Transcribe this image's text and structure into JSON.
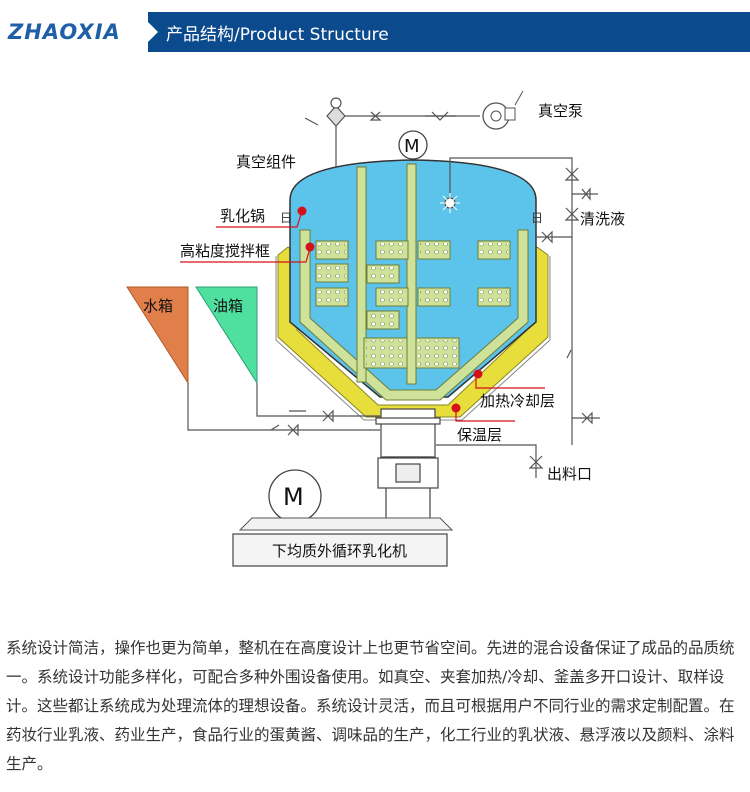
{
  "header": {
    "logo_text": "ZHAOXIA",
    "title": "产品结构/Product Structure"
  },
  "diagram": {
    "labels": {
      "vacuum_pump": "真空泵",
      "vacuum_unit": "真空组件",
      "emulsifying_pot": "乳化锅",
      "mixing_frame": "高粘度搅拌框",
      "water_tank": "水箱",
      "oil_tank": "油箱",
      "cleaning_liquid": "清洗液",
      "heating_cooling_layer": "加热冷却层",
      "insulation_layer": "保温层",
      "discharge_port": "出料口",
      "machine_name": "下均质外循环乳化机",
      "motor_top": "M",
      "motor_bottom": "M"
    },
    "colors": {
      "tank_fill": "#5cc4ea",
      "frame_fill": "#cfe29a",
      "heating_layer": "#e6dc3c",
      "water_tank": "#e07f4a",
      "oil_tank": "#4fe0a0",
      "pointer_dot": "#d4101a"
    }
  },
  "description": "系统设计简洁，操作也更为简单，整机在在高度设计上也更节省空间。先进的混合设备保证了成品的品质统一。系统设计功能多样化，可配合多种外围设备使用。如真空、夹套加热/冷却、釜盖多开口设计、取样设计。这些都让系统成为处理流体的理想设备。系统设计灵活，而且可根据用户不同行业的需求定制配置。在药妆行业乳液、药业生产，食品行业的蛋黄酱、调味品的生产，化工行业的乳状液、悬浮液以及颜料、涂料生产。"
}
